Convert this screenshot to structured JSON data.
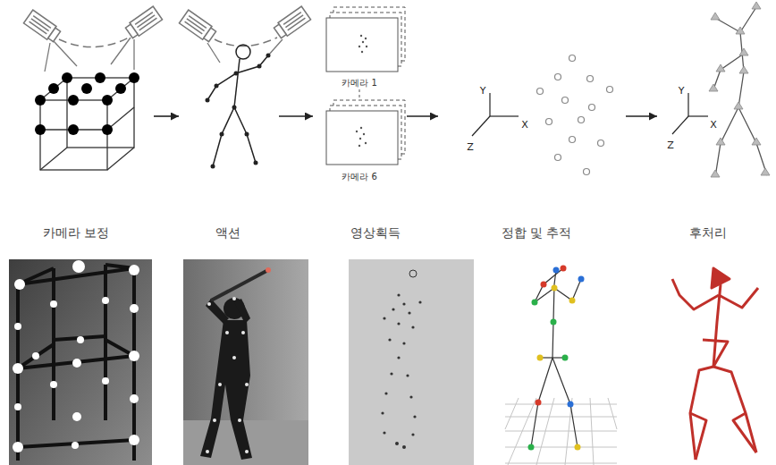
{
  "diagram": {
    "nodes": [
      {
        "text": [
          "카메라 보정"
        ]
      },
      {
        "text": [
          "액션"
        ]
      },
      {
        "text": [
          "영상획득"
        ]
      },
      {
        "text": [
          "정합 및 추적"
        ]
      },
      {
        "text": [
          "후처리"
        ]
      }
    ],
    "edges": [
      {
        "from": 0,
        "to": 1,
        "arrow": "to"
      },
      {
        "from": 1,
        "to": 2,
        "arrow": "to"
      },
      {
        "from": 2,
        "to": 3,
        "arrow": "to"
      },
      {
        "from": 3,
        "to": 4,
        "arrow": "to"
      }
    ],
    "labels": [
      "카메라 1",
      "카메라 6",
      "Y",
      "X",
      "Z",
      "Y",
      "X",
      "Z"
    ]
  }
}
